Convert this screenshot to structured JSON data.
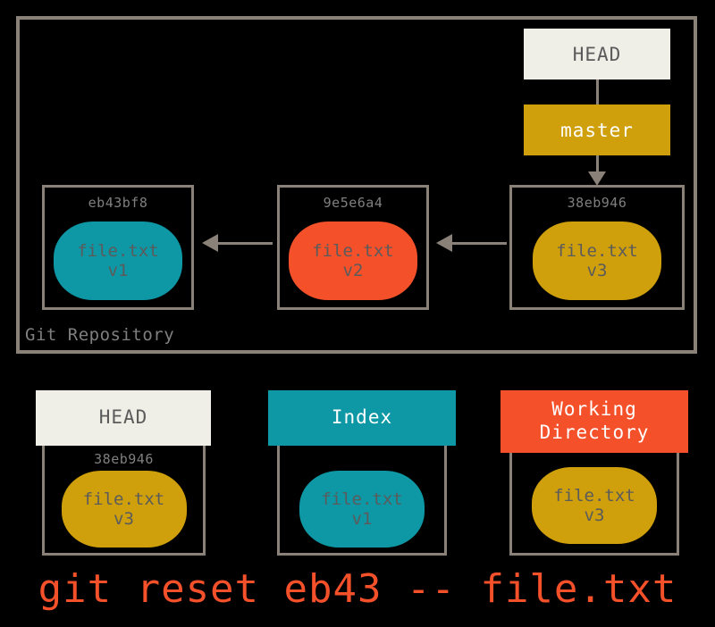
{
  "diagram": {
    "title": "git reset eb43 -- file.txt",
    "background": "#000000"
  },
  "colors": {
    "teal": "#0e97a5",
    "orange_red": "#f4502a",
    "gold": "#cfa00b",
    "off_white": "#f0efe7",
    "gray_border": "#8a8178",
    "gray_text": "#7f7f7f",
    "dark_text": "#5b5b5b"
  },
  "repository": {
    "label": "Git Repository",
    "pointers": {
      "head": {
        "label": "HEAD"
      },
      "branch": {
        "label": "master"
      }
    },
    "commits": [
      {
        "hash": "eb43bf8",
        "file_name": "file.txt",
        "version": "v1",
        "color": "#0e97a5"
      },
      {
        "hash": "9e5e6a4",
        "file_name": "file.txt",
        "version": "v2",
        "color": "#f4502a"
      },
      {
        "hash": "38eb946",
        "file_name": "file.txt",
        "version": "v3",
        "color": "#cfa00b"
      }
    ]
  },
  "areas": [
    {
      "title": "HEAD",
      "hash": "38eb946",
      "file_name": "file.txt",
      "version": "v3",
      "title_bg": "#f0efe7",
      "title_fg": "#5b5b5b",
      "blob_color": "#cfa00b"
    },
    {
      "title": "Index",
      "hash": "",
      "file_name": "file.txt",
      "version": "v1",
      "title_bg": "#0e97a5",
      "title_fg": "#ffffff",
      "blob_color": "#0e97a5"
    },
    {
      "title_line1": "Working",
      "title_line2": "Directory",
      "hash": "",
      "file_name": "file.txt",
      "version": "v3",
      "title_bg": "#f4502a",
      "title_fg": "#ffffff",
      "blob_color": "#cfa00b"
    }
  ],
  "command": {
    "text": "git reset eb43 -- file.txt"
  }
}
